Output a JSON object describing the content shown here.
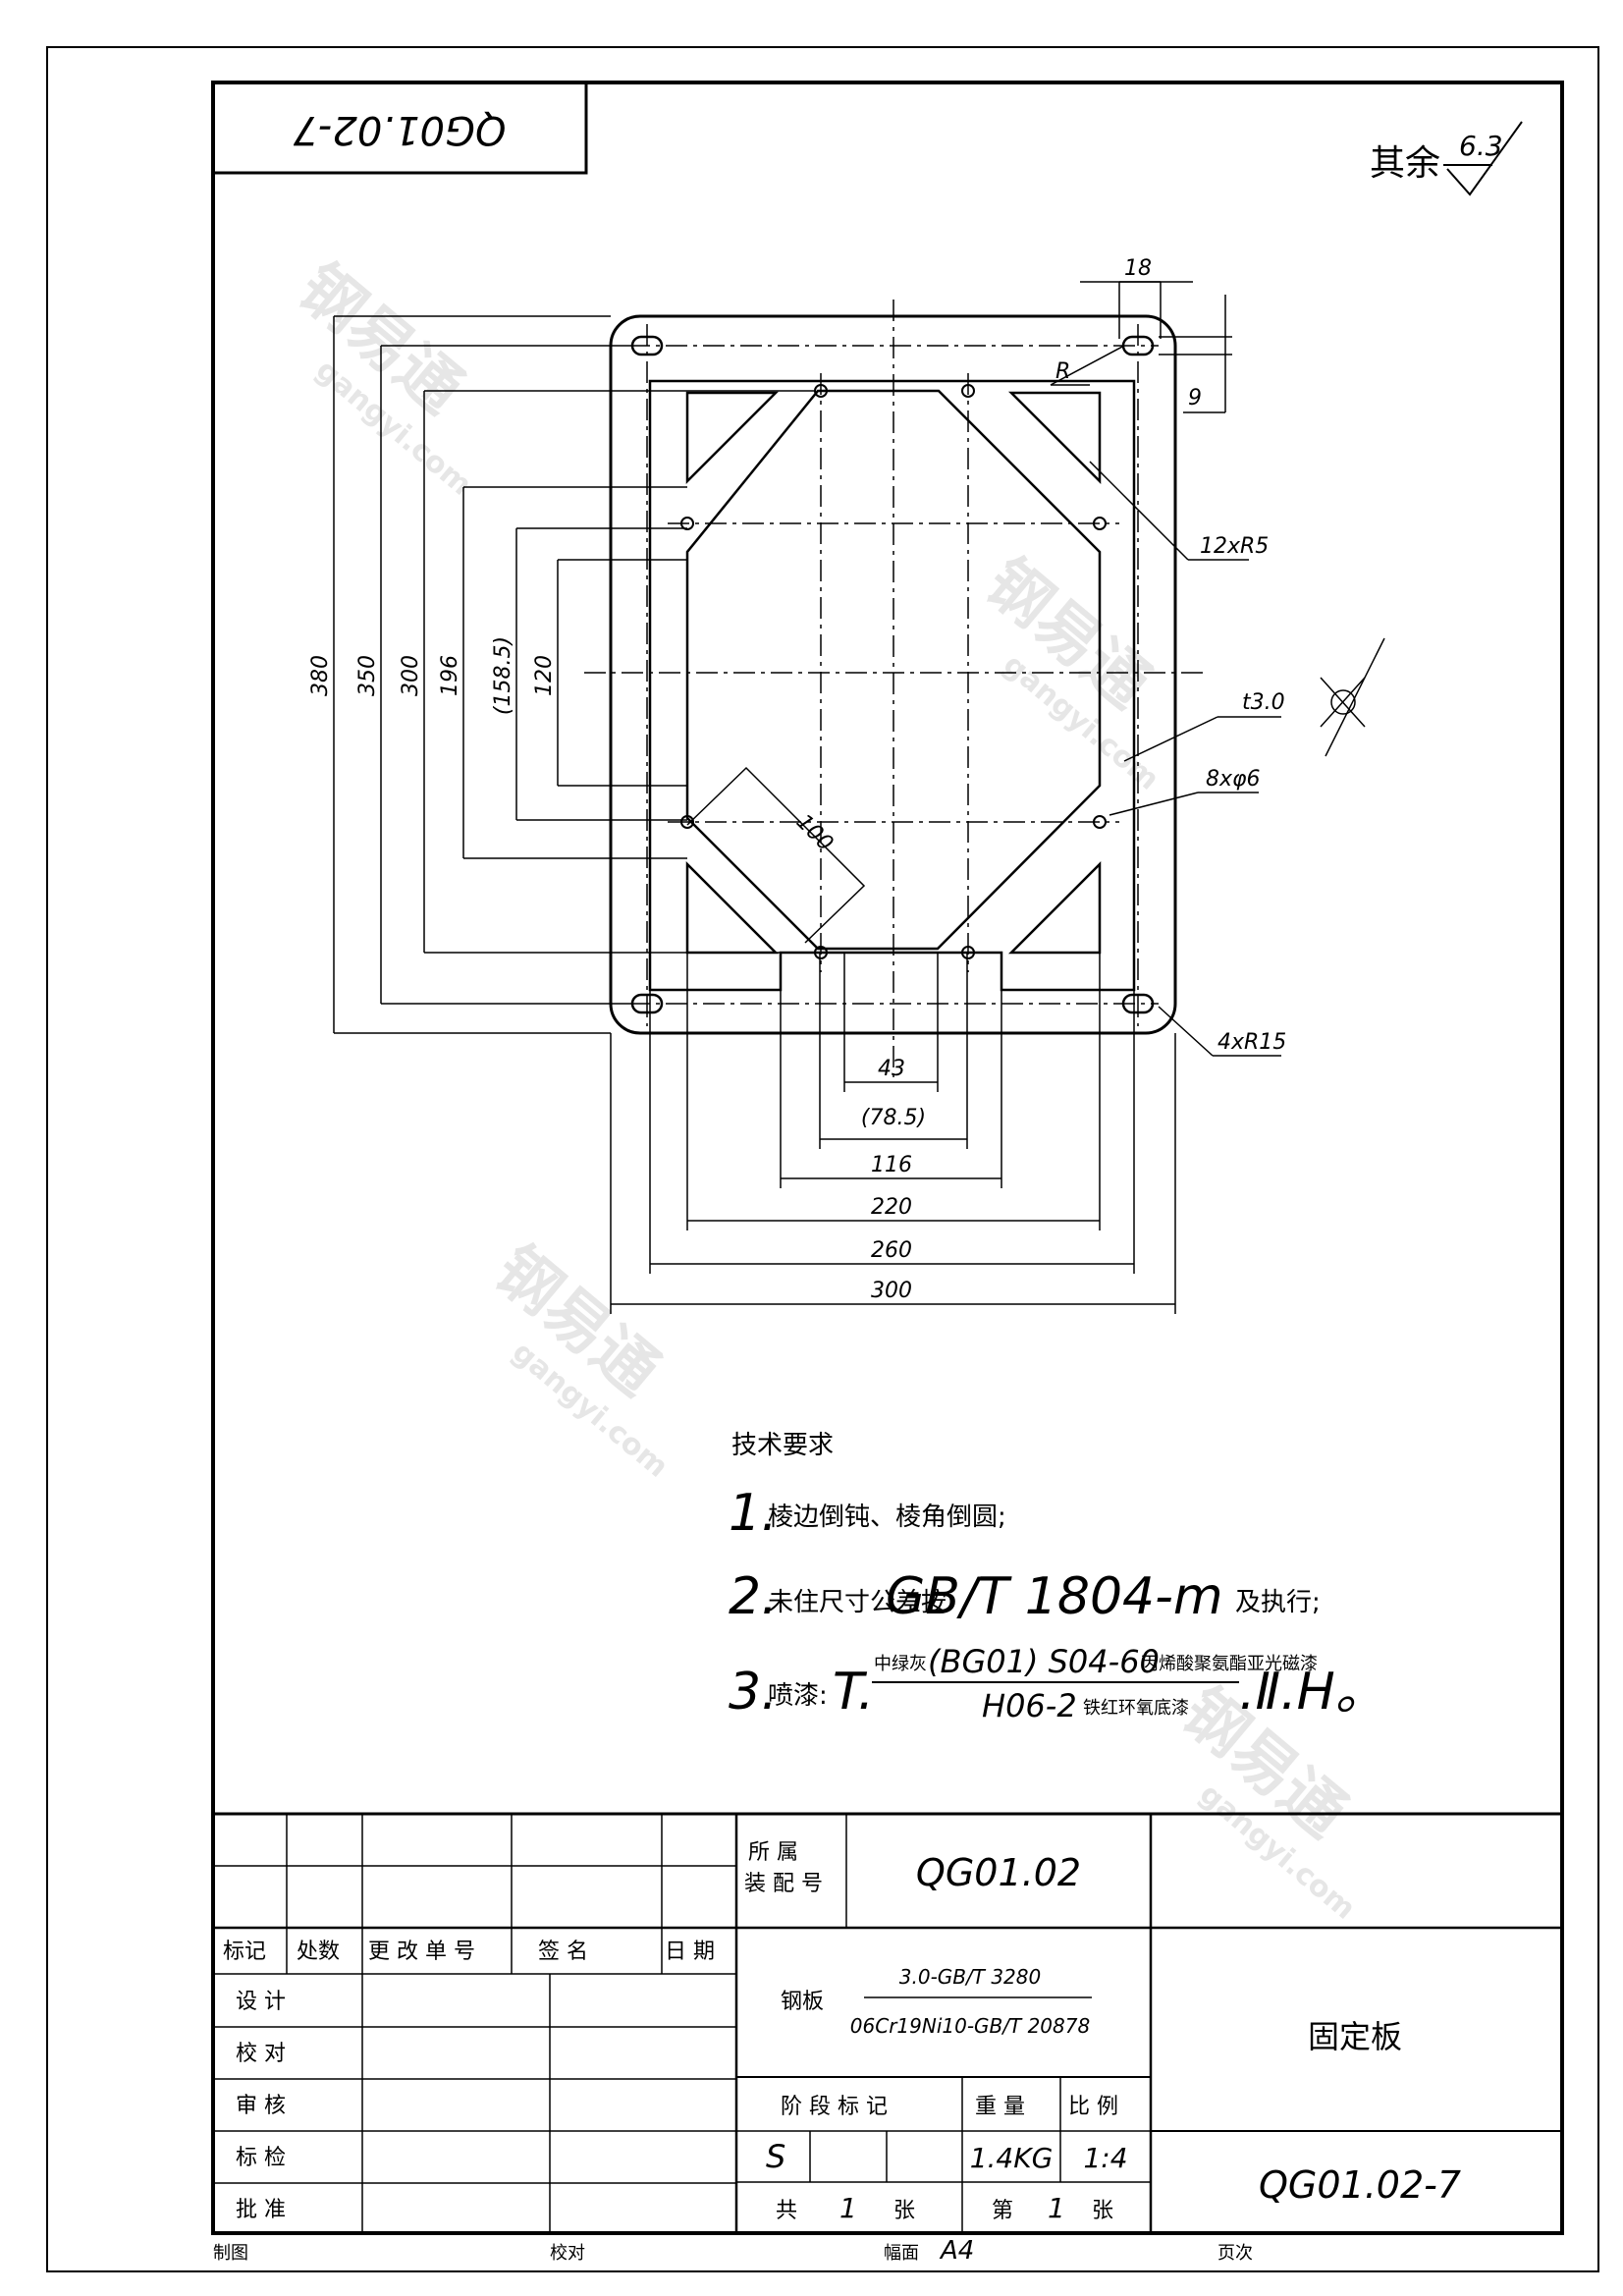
{
  "drawing_no_mirrored": "QG01.02-7",
  "surface": {
    "label": "其余",
    "value": "6.3"
  },
  "dims": {
    "d18": "18",
    "dR": "R",
    "d9": "9",
    "d12R5": "12xR5",
    "dt": "t3.0",
    "d8phi6": "8xφ6",
    "d4R15": "4xR15",
    "d100": "100",
    "d380": "380",
    "d350": "350",
    "d300v": "300",
    "d196": "196",
    "d158": "(158.5)",
    "d120": "120",
    "d43": "43",
    "d78": "(78.5)",
    "d116": "116",
    "d220": "220",
    "d260": "260",
    "d300h": "300"
  },
  "tech": {
    "title": "技术要求",
    "n1": "1.",
    "t1": "棱边倒钝、棱角倒圆;",
    "n2": "2.",
    "t2a": "未住尺寸公差按",
    "t2b": "GB/T 1804-m",
    "t2c": "及执行;",
    "n3": "3.",
    "t3a": "喷漆:",
    "t3b": "T.",
    "t3top_s": "中绿灰",
    "t3top_b": "(BG01) S04-60",
    "t3top_s2": "丙烯酸聚氨酯亚光磁漆",
    "t3bot_b": "H06-2",
    "t3bot_s": "铁红环氧底漆",
    "t3end": ".Ⅱ.H。"
  },
  "title_block": {
    "assembly_label_1": "所  属",
    "assembly_label_2": "装 配 号",
    "assembly_no": "QG01.02",
    "h_mark": "标记",
    "h_count": "处数",
    "h_change": "更 改 单 号",
    "h_sign": "签  名",
    "h_date": "日  期",
    "design": "设  计",
    "check": "校  对",
    "review": "审  核",
    "standard": "标  检",
    "approve": "批  准",
    "material_label": "钢板",
    "material_top": "3.0-GB/T 3280",
    "material_bottom": "06Cr19Ni10-GB/T 20878",
    "part_name": "固定板",
    "stage_label": "阶 段 标 记",
    "weight_label": "重  量",
    "scale_label": "比  例",
    "stage": "S",
    "weight": "1.4KG",
    "scale": "1:4",
    "total_a": "共",
    "total_n": "1",
    "total_b": "张",
    "sheet_a": "第",
    "sheet_n": "1",
    "sheet_b": "张",
    "drawing_no": "QG01.02-7"
  },
  "footer": {
    "drafter": "制图",
    "checker": "校对",
    "format_label": "幅面",
    "format": "A4",
    "page": "页次"
  },
  "watermark": {
    "brand": "钢易通",
    "site": "gangyi.com"
  }
}
